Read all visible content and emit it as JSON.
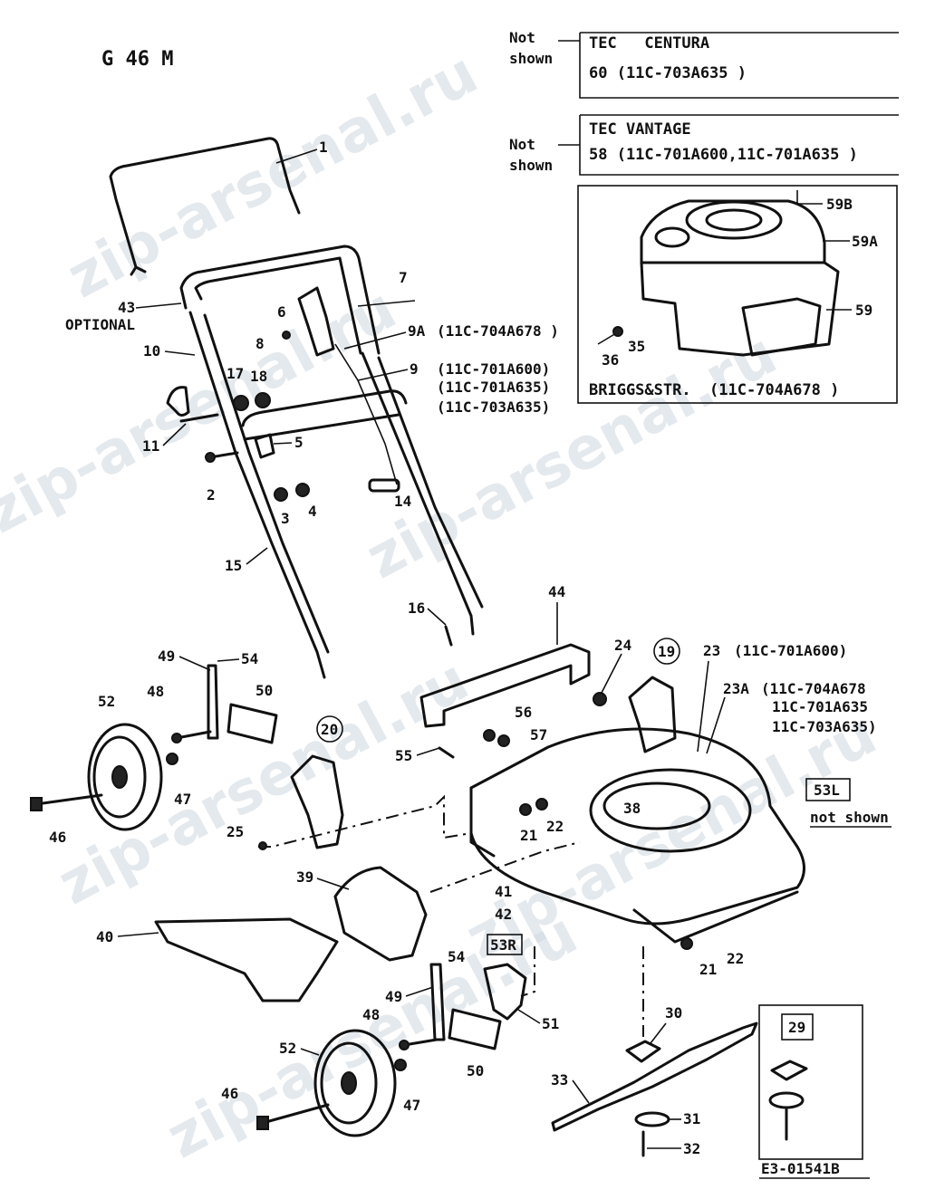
{
  "title": "G 46 M",
  "note_not_shown_1": "Not shown",
  "note_not_shown_2": "Not shown",
  "box_centura": {
    "line1": "TEC   CENTURA",
    "line2": "60  (11C-703A635 )"
  },
  "box_vantage": {
    "line1": "TEC VANTAGE",
    "line2": "58  (11C-701A600,11C-701A635 )"
  },
  "engine_caption": "BRIGGS&STR.  (11C-704A678 )",
  "optional_label": "OPTIONAL",
  "variant_53l": "53L",
  "variant_53l_note": "not shown",
  "variant_53r": "53R",
  "figure_code": "E3-01541B",
  "watermark": "zip-arsenal.ru",
  "callouts": {
    "c1": "1",
    "c2": "2",
    "c3": "3",
    "c4": "4",
    "c5": "5",
    "c6": "6",
    "c7": "7",
    "c8": "8",
    "c9": "9",
    "c9_models": [
      "(11C-701A600)",
      "(11C-701A635)",
      "(11C-703A635)"
    ],
    "c9a": "9A",
    "c9a_model": "(11C-704A678 )",
    "c10": "10",
    "c11": "11",
    "c14": "14",
    "c15": "15",
    "c16": "16",
    "c17": "17",
    "c18": "18",
    "c19": "19",
    "c20": "20",
    "c21a": "21",
    "c21b": "21",
    "c22a": "22",
    "c22b": "22",
    "c23": "23",
    "c23_model": "(11C-701A600)",
    "c23a": "23A",
    "c23a_models": [
      "(11C-704A678",
      "11C-701A635",
      "11C-703A635)"
    ],
    "c24": "24",
    "c25": "25",
    "c29": "29",
    "c30": "30",
    "c31": "31",
    "c32": "32",
    "c33": "33",
    "c35": "35",
    "c36": "36",
    "c38": "38",
    "c39": "39",
    "c40": "40",
    "c41": "41",
    "c42": "42",
    "c43": "43",
    "c44": "44",
    "c46a": "46",
    "c46b": "46",
    "c47a": "47",
    "c47b": "47",
    "c48a": "48",
    "c48b": "48",
    "c49a": "49",
    "c49b": "49",
    "c50a": "50",
    "c50b": "50",
    "c51": "51",
    "c52a": "52",
    "c52b": "52",
    "c54a": "54",
    "c54b": "54",
    "c55": "55",
    "c56": "56",
    "c57": "57",
    "c59": "59",
    "c59a": "59A",
    "c59b": "59B"
  }
}
